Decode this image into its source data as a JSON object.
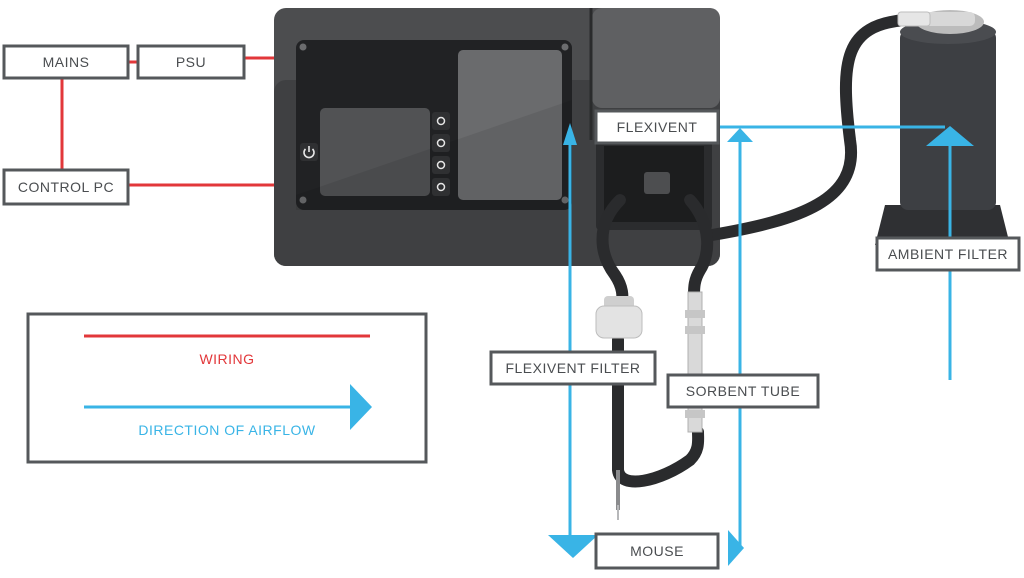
{
  "labels": {
    "mains": "MAINS",
    "psu": "PSU",
    "control_pc": "CONTROL PC",
    "flexivent": "FLEXIVENT",
    "ambient_filter": "AMBIENT FILTER",
    "flexivent_filter": "FLEXIVENT FILTER",
    "sorbent_tube": "SORBENT TUBE",
    "mouse": "MOUSE"
  },
  "legend": {
    "wiring": "WIRING",
    "airflow": "DIRECTION OF AIRFLOW"
  },
  "colors": {
    "wiring": "#e2373a",
    "airflow": "#39b4e6",
    "device_body": "#58595b",
    "label_border": "#55585b",
    "text": "#4a4d50"
  },
  "icons": {
    "power": "power-icon"
  }
}
